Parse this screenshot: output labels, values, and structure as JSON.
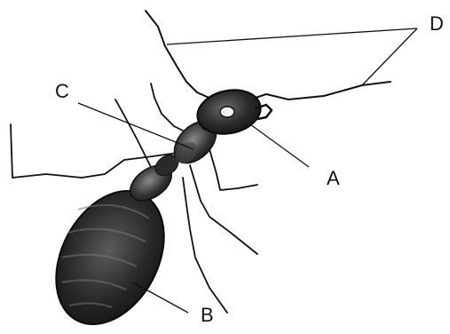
{
  "diagram": {
    "subject": "ant",
    "labels": {
      "A": "A",
      "B": "B",
      "C": "C",
      "D": "D"
    }
  },
  "colors": {
    "ink": "#111111",
    "body_dark": "#1a1a1a",
    "body_mid": "#3a3a3a",
    "highlight": "#9a9a9a",
    "background": "#ffffff"
  }
}
